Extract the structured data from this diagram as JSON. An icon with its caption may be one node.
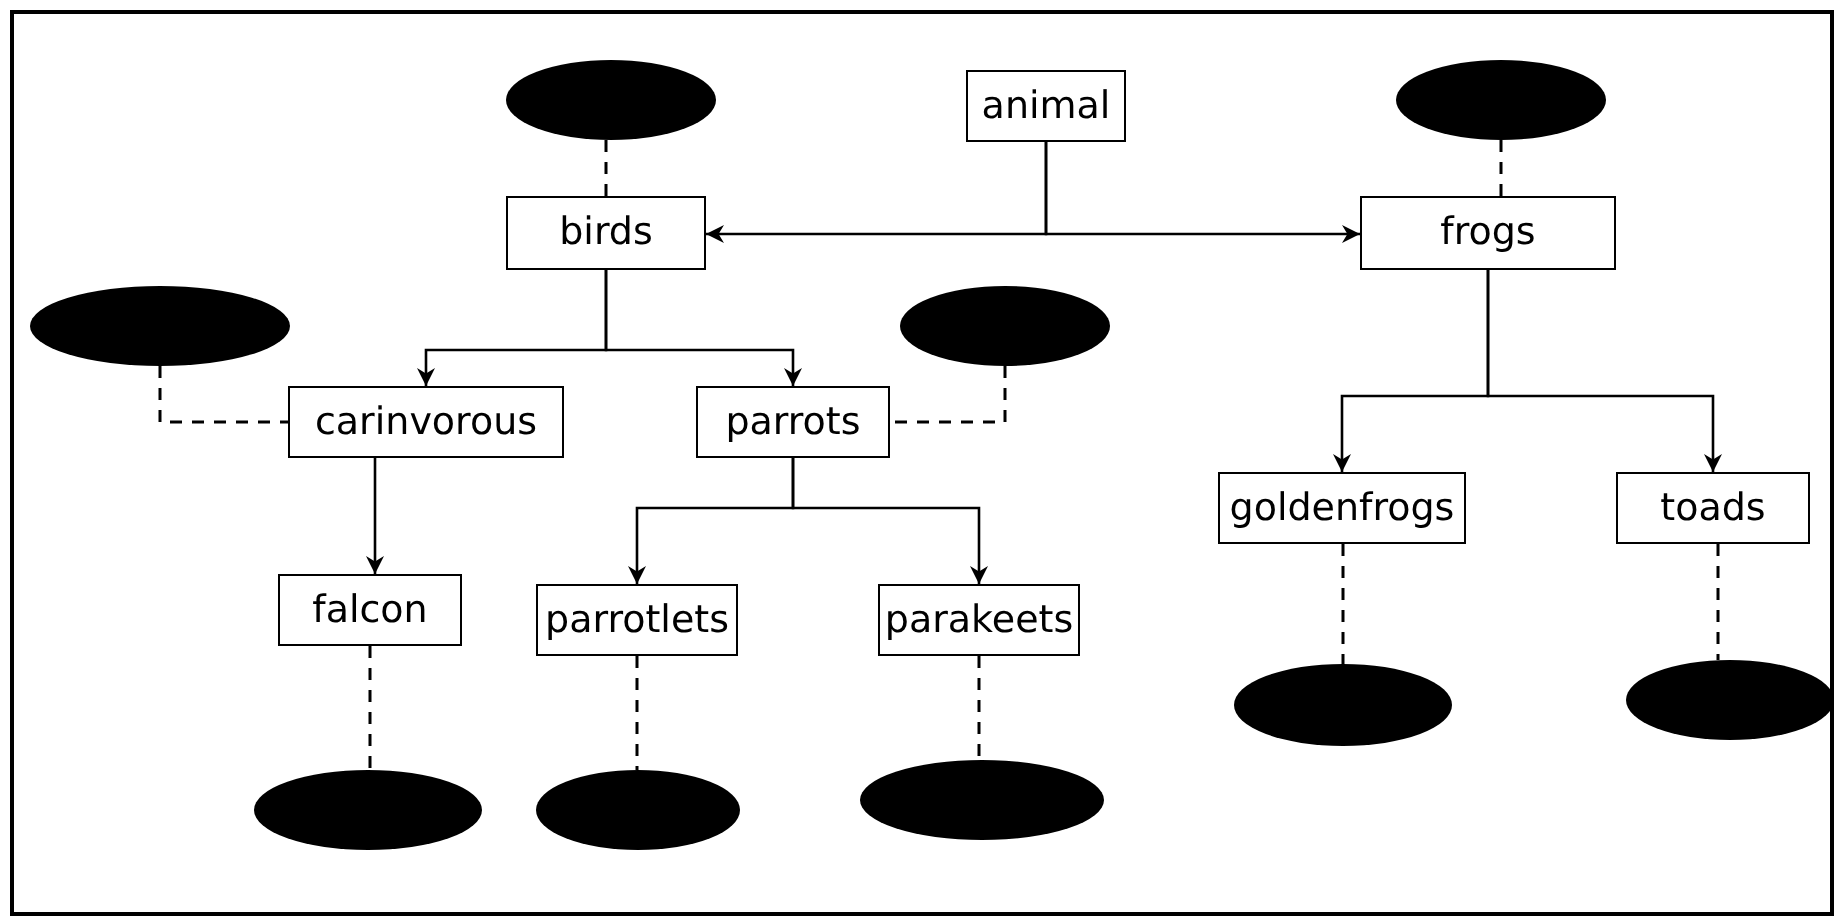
{
  "diagram": {
    "nodes": [
      {
        "text": [],
        "shape": "ellipse"
      },
      {
        "text": [
          "animal"
        ]
      },
      {
        "text": [],
        "shape": "ellipse"
      },
      {
        "text": [
          "birds"
        ]
      },
      {
        "text": [
          "frogs"
        ]
      },
      {
        "text": [],
        "shape": "ellipse"
      },
      {
        "text": [],
        "shape": "ellipse"
      },
      {
        "text": [
          "carinvorous"
        ]
      },
      {
        "text": [
          "parrots"
        ]
      },
      {
        "text": [
          "falcon"
        ]
      },
      {
        "text": [
          "parrotlets"
        ]
      },
      {
        "text": [
          "parakeets"
        ]
      },
      {
        "text": [
          "goldenfrogs"
        ]
      },
      {
        "text": [
          "toads"
        ]
      },
      {
        "text": [],
        "shape": "ellipse"
      },
      {
        "text": [],
        "shape": "ellipse"
      },
      {
        "text": [],
        "shape": "ellipse"
      },
      {
        "text": [],
        "shape": "ellipse"
      },
      {
        "text": [],
        "shape": "ellipse"
      }
    ],
    "edges": [
      {
        "from": 1,
        "to": 3,
        "arrow": "to"
      },
      {
        "from": 1,
        "to": 4,
        "arrow": "to"
      },
      {
        "from": 3,
        "to": 7,
        "arrow": "to"
      },
      {
        "from": 3,
        "to": 8,
        "arrow": "to"
      },
      {
        "from": 4,
        "to": 12,
        "arrow": "to"
      },
      {
        "from": 4,
        "to": 13,
        "arrow": "to"
      },
      {
        "from": 7,
        "to": 9,
        "arrow": "to"
      },
      {
        "from": 8,
        "to": 10,
        "arrow": "to"
      },
      {
        "from": 8,
        "to": 11,
        "arrow": "to"
      },
      {
        "from": 0,
        "to": 3,
        "arrow": "none",
        "style": "dashed"
      },
      {
        "from": 2,
        "to": 4,
        "arrow": "none",
        "style": "dashed"
      },
      {
        "from": 5,
        "to": 7,
        "arrow": "none",
        "style": "dashed"
      },
      {
        "from": 6,
        "to": 8,
        "arrow": "none",
        "style": "dashed"
      },
      {
        "from": 9,
        "to": 16,
        "arrow": "none",
        "style": "dashed"
      },
      {
        "from": 10,
        "to": 17,
        "arrow": "none",
        "style": "dashed"
      },
      {
        "from": 11,
        "to": 18,
        "arrow": "none",
        "style": "dashed"
      },
      {
        "from": 12,
        "to": 14,
        "arrow": "none",
        "style": "dashed"
      },
      {
        "from": 13,
        "to": 15,
        "arrow": "none",
        "style": "dashed"
      }
    ]
  }
}
